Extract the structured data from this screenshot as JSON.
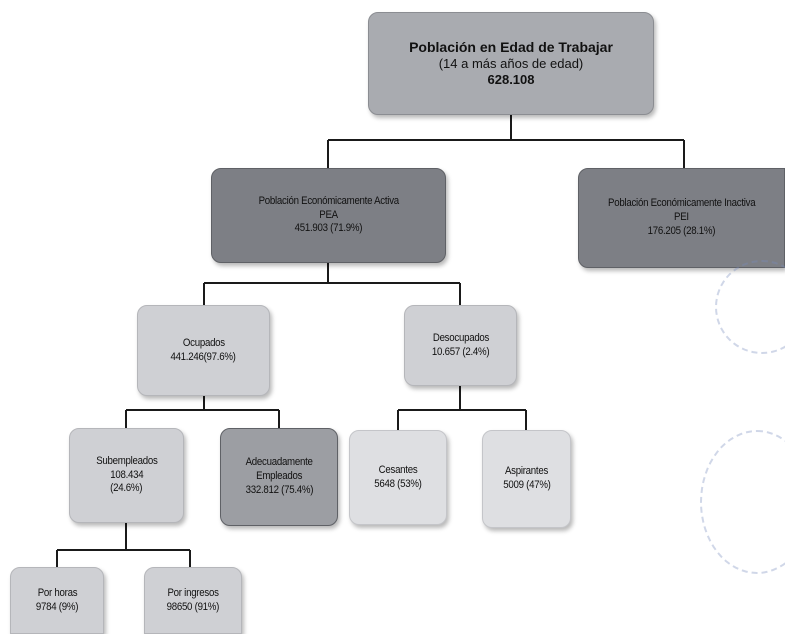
{
  "nodes": {
    "pet": {
      "title": "Población en Edad de Trabajar",
      "subtitle": "(14 a más años de edad)",
      "value": "628.108"
    },
    "pea": {
      "line1": "Población Económicamente Activa",
      "line2": "PEA",
      "line3": "451.903 (71.9%)"
    },
    "pei": {
      "line1": "Población Económicamente Inactiva",
      "line2": "PEI",
      "line3": "176.205 (28.1%)"
    },
    "ocupados": {
      "line1": "Ocupados",
      "line2": "441.246(97.6%)"
    },
    "desocupados": {
      "line1": "Desocupados",
      "line2": "10.657 (2.4%)"
    },
    "subempleados": {
      "line1": "Subempleados",
      "line2": "108.434",
      "line3": "(24.6%)"
    },
    "adecuadamente": {
      "line1": "Adecuadamente",
      "line2": "Empleados",
      "line3": "332.812 (75.4%)"
    },
    "cesantes": {
      "line1": "Cesantes",
      "line2": "5648 (53%)"
    },
    "aspirantes": {
      "line1": "Aspirantes",
      "line2": "5009 (47%)"
    },
    "por_horas": {
      "line1": "Por horas",
      "line2": "9784 (9%)"
    },
    "por_ingresos": {
      "line1": "Por ingresos",
      "line2": "98650 (91%)"
    }
  }
}
